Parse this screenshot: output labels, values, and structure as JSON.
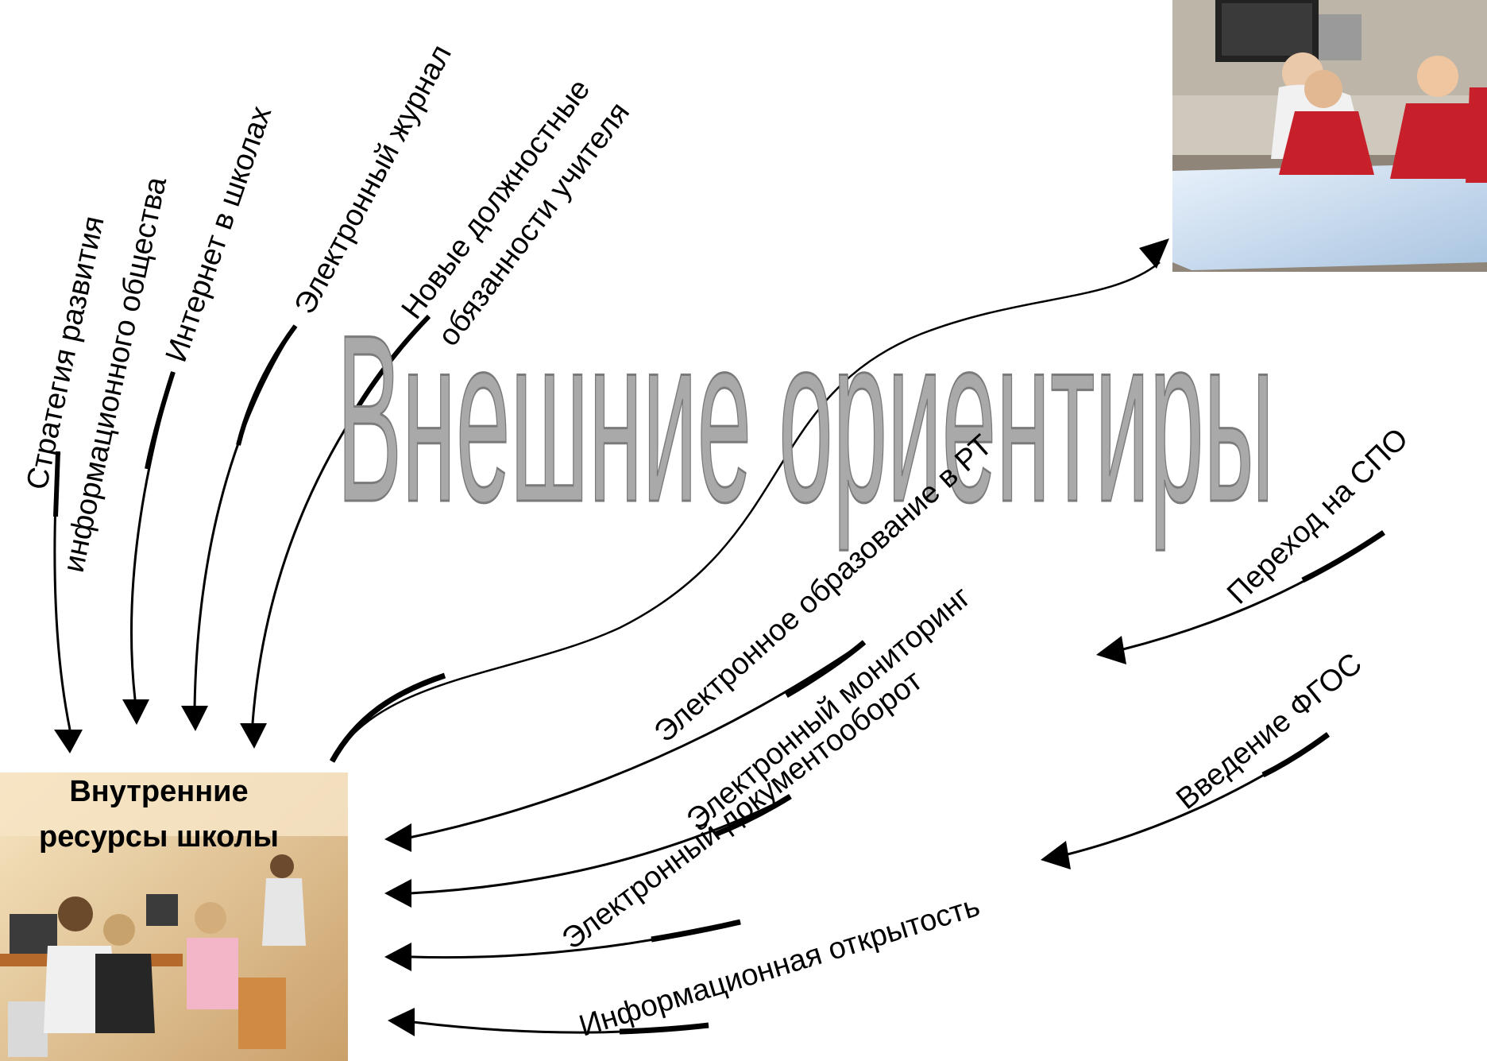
{
  "title": "Внешние ориентиры",
  "center_box": {
    "line1": "Внутренние",
    "line2": "ресурсы школы"
  },
  "external_factors": [
    {
      "line1": "Стратегия развития",
      "line2": "информационного общества"
    },
    {
      "line1": "Интернет в школах"
    },
    {
      "line1": "Электронный журнал"
    },
    {
      "line1": "Новые должностные",
      "line2": "обязанности учителя"
    },
    {
      "line1": "Электронное образование в РТ"
    },
    {
      "line1": "Электронный мониторинг"
    },
    {
      "line1": "Электронный документооборот"
    },
    {
      "line1": "Информационная открытость"
    },
    {
      "line1": "Переход на СПО"
    },
    {
      "line1": "Введение ФГОС"
    }
  ]
}
